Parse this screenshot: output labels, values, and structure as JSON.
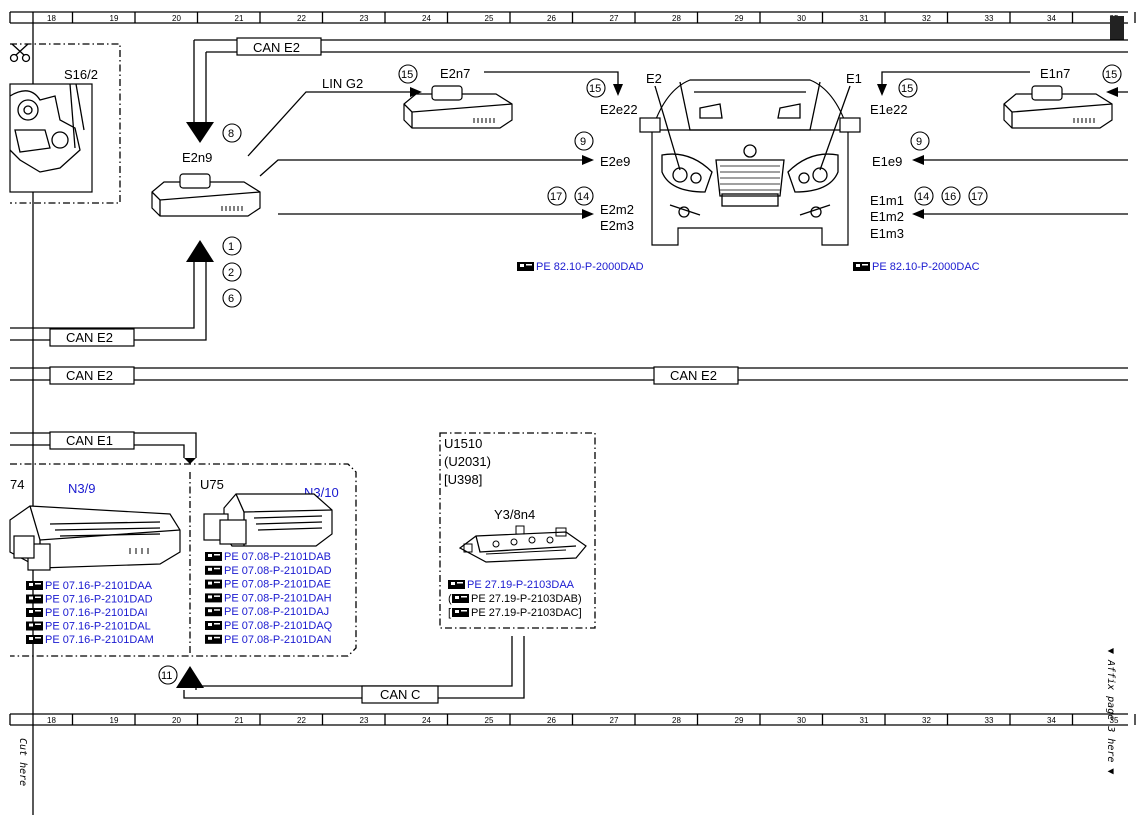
{
  "ruler": {
    "ticks": [
      "18",
      "19",
      "20",
      "21",
      "22",
      "23",
      "24",
      "25",
      "26",
      "27",
      "28",
      "29",
      "30",
      "31",
      "32",
      "33",
      "34",
      "35"
    ]
  },
  "side_text": {
    "cut_here": "Cut here",
    "affix": "▼ Affix page 3 here ▼"
  },
  "labels": {
    "s16_2": "S16/2",
    "e2n9": "E2n9",
    "e2n7": "E2n7",
    "e1n7": "E1n7",
    "e2": "E2",
    "e1": "E1",
    "lin_g2": "LIN G2",
    "e2e22": "E2e22",
    "e1e22": "E1e22",
    "e2e9": "E2e9",
    "e1e9": "E1e9",
    "e2m2": "E2m2",
    "e2m3": "E2m3",
    "e1m1": "E1m1",
    "e1m2": "E1m2",
    "e1m3": "E1m3",
    "n3_9": "N3/9",
    "n3_10": "N3/10",
    "u74": "74",
    "u75": "U75",
    "u1510": "U1510",
    "u2031": "(U2031)",
    "u398": "[U398]",
    "y3_8n4": "Y3/8n4"
  },
  "bus": {
    "can_e2": "CAN E2",
    "can_e1": "CAN E1",
    "can_c": "CAN C"
  },
  "circles": {
    "c15": "15",
    "c8": "8",
    "c9": "9",
    "c17": "17",
    "c14": "14",
    "c16": "16",
    "c1": "1",
    "c2": "2",
    "c6": "6",
    "c11": "11"
  },
  "refs": {
    "pe82_dad": "PE 82.10-P-2000DAD",
    "pe82_dac": "PE 82.10-P-2000DAC",
    "n3_9_refs": [
      "PE 07.16-P-2101DAA",
      "PE 07.16-P-2101DAD",
      "PE 07.16-P-2101DAI",
      "PE 07.16-P-2101DAL",
      "PE 07.16-P-2101DAM"
    ],
    "n3_10_refs": [
      "PE 07.08-P-2101DAB",
      "PE 07.08-P-2101DAD",
      "PE 07.08-P-2101DAE",
      "PE 07.08-P-2101DAH",
      "PE 07.08-P-2101DAJ",
      "PE 07.08-P-2101DAQ",
      "PE 07.08-P-2101DAN"
    ],
    "y3_refs": [
      "PE 27.19-P-2103DAA",
      "PE 27.19-P-2103DAB)",
      "PE 27.19-P-2103DAC]"
    ],
    "y3_prefix": [
      "",
      "(",
      "["
    ]
  },
  "colors": {
    "link": "#1a1ad0",
    "line": "#000000"
  }
}
